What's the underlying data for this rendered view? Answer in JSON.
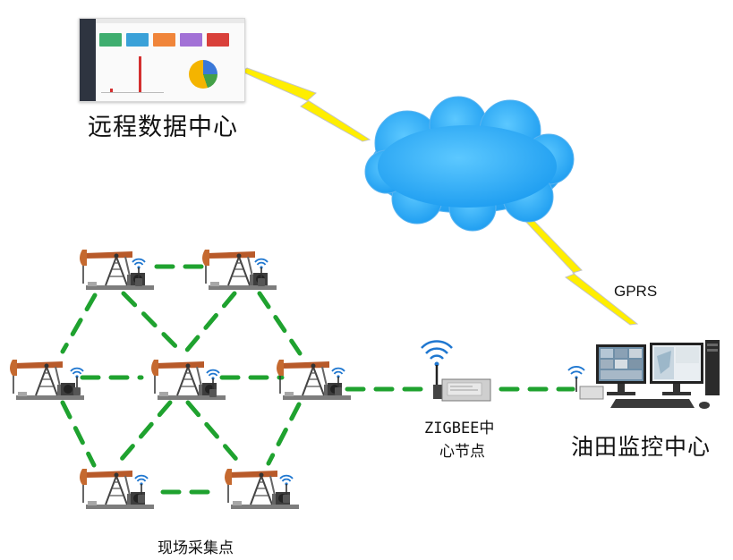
{
  "remote_center": {
    "label": "远程数据中心",
    "dashboard_card_colors": [
      "#3fae6f",
      "#3aa1d8",
      "#f0853a",
      "#a271d6",
      "#d9403a"
    ],
    "dashboard_pie_colors": [
      "#3b78d8",
      "#43a047",
      "#f4b400"
    ]
  },
  "network": {
    "link_label": "GPRS",
    "cloud_color": "#1c9cf0",
    "lightning_color": "#ffee00"
  },
  "zigbee_node": {
    "label_line1": "ZIGBEE中",
    "label_line2": "心节点"
  },
  "monitor_center": {
    "label": "油田监控中心"
  },
  "field": {
    "label": "现场采集点",
    "mesh_color": "#1fa22f"
  }
}
